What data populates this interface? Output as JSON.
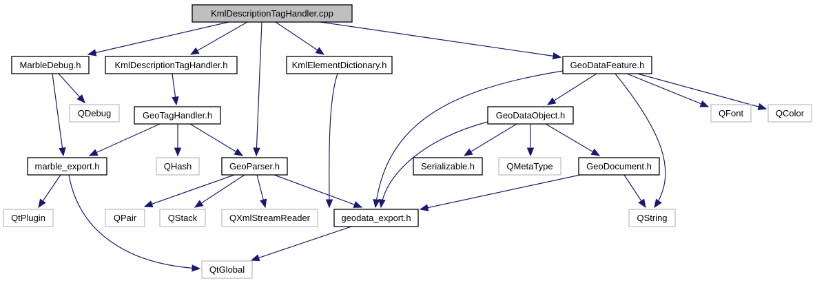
{
  "title": "KmlDescriptionTagHandler.cpp",
  "colors": {
    "edge": "#191970",
    "root_fill": "#bfbfbf",
    "doc_border": "#000000",
    "ext_border": "#bfbfbf"
  },
  "nodes": [
    {
      "id": "root",
      "label": "KmlDescriptionTagHandler.cpp",
      "kind": "root"
    },
    {
      "id": "marbledebug",
      "label": "MarbleDebug.h",
      "kind": "doc"
    },
    {
      "id": "kmldesch",
      "label": "KmlDescriptionTagHandler.h",
      "kind": "doc"
    },
    {
      "id": "kmlelemdict",
      "label": "KmlElementDictionary.h",
      "kind": "doc"
    },
    {
      "id": "geodatafeature",
      "label": "GeoDataFeature.h",
      "kind": "doc"
    },
    {
      "id": "qdebug",
      "label": "QDebug",
      "kind": "ext"
    },
    {
      "id": "geotaghandler",
      "label": "GeoTagHandler.h",
      "kind": "doc"
    },
    {
      "id": "geodataobject",
      "label": "GeoDataObject.h",
      "kind": "doc"
    },
    {
      "id": "qfont",
      "label": "QFont",
      "kind": "ext"
    },
    {
      "id": "qcolor",
      "label": "QColor",
      "kind": "ext"
    },
    {
      "id": "marbleexport",
      "label": "marble_export.h",
      "kind": "doc"
    },
    {
      "id": "qhash",
      "label": "QHash",
      "kind": "ext"
    },
    {
      "id": "geoparser",
      "label": "GeoParser.h",
      "kind": "doc"
    },
    {
      "id": "serializable",
      "label": "Serializable.h",
      "kind": "doc"
    },
    {
      "id": "qmetatype",
      "label": "QMetaType",
      "kind": "ext"
    },
    {
      "id": "geodocument",
      "label": "GeoDocument.h",
      "kind": "doc"
    },
    {
      "id": "qtplugin",
      "label": "QtPlugin",
      "kind": "ext"
    },
    {
      "id": "qpair",
      "label": "QPair",
      "kind": "ext"
    },
    {
      "id": "qstack",
      "label": "QStack",
      "kind": "ext"
    },
    {
      "id": "qxmlstreamreader",
      "label": "QXmlStreamReader",
      "kind": "ext"
    },
    {
      "id": "geodataexport",
      "label": "geodata_export.h",
      "kind": "doc"
    },
    {
      "id": "qstring",
      "label": "QString",
      "kind": "ext"
    },
    {
      "id": "qtglobal",
      "label": "QtGlobal",
      "kind": "ext"
    }
  ],
  "edges": [
    {
      "from": "root",
      "to": "marbledebug"
    },
    {
      "from": "root",
      "to": "kmldesch"
    },
    {
      "from": "root",
      "to": "geoparser"
    },
    {
      "from": "root",
      "to": "kmlelemdict"
    },
    {
      "from": "root",
      "to": "geodatafeature"
    },
    {
      "from": "marbledebug",
      "to": "qdebug"
    },
    {
      "from": "marbledebug",
      "to": "marbleexport"
    },
    {
      "from": "kmldesch",
      "to": "geotaghandler"
    },
    {
      "from": "geotaghandler",
      "to": "marbleexport"
    },
    {
      "from": "geotaghandler",
      "to": "qhash"
    },
    {
      "from": "geotaghandler",
      "to": "geoparser"
    },
    {
      "from": "kmlelemdict",
      "to": "geodataexport"
    },
    {
      "from": "geodatafeature",
      "to": "geodataexport"
    },
    {
      "from": "geodatafeature",
      "to": "geodataobject"
    },
    {
      "from": "geodatafeature",
      "to": "qstring"
    },
    {
      "from": "geodatafeature",
      "to": "qfont"
    },
    {
      "from": "geodatafeature",
      "to": "qcolor"
    },
    {
      "from": "geodataobject",
      "to": "geodataexport"
    },
    {
      "from": "geodataobject",
      "to": "serializable"
    },
    {
      "from": "geodataobject",
      "to": "qmetatype"
    },
    {
      "from": "geodataobject",
      "to": "geodocument"
    },
    {
      "from": "geodocument",
      "to": "geodataexport"
    },
    {
      "from": "geodocument",
      "to": "qstring"
    },
    {
      "from": "marbleexport",
      "to": "qtplugin"
    },
    {
      "from": "marbleexport",
      "to": "qtglobal"
    },
    {
      "from": "geoparser",
      "to": "qpair"
    },
    {
      "from": "geoparser",
      "to": "qstack"
    },
    {
      "from": "geoparser",
      "to": "qxmlstreamreader"
    },
    {
      "from": "geoparser",
      "to": "geodataexport"
    },
    {
      "from": "geodataexport",
      "to": "qtglobal"
    }
  ]
}
